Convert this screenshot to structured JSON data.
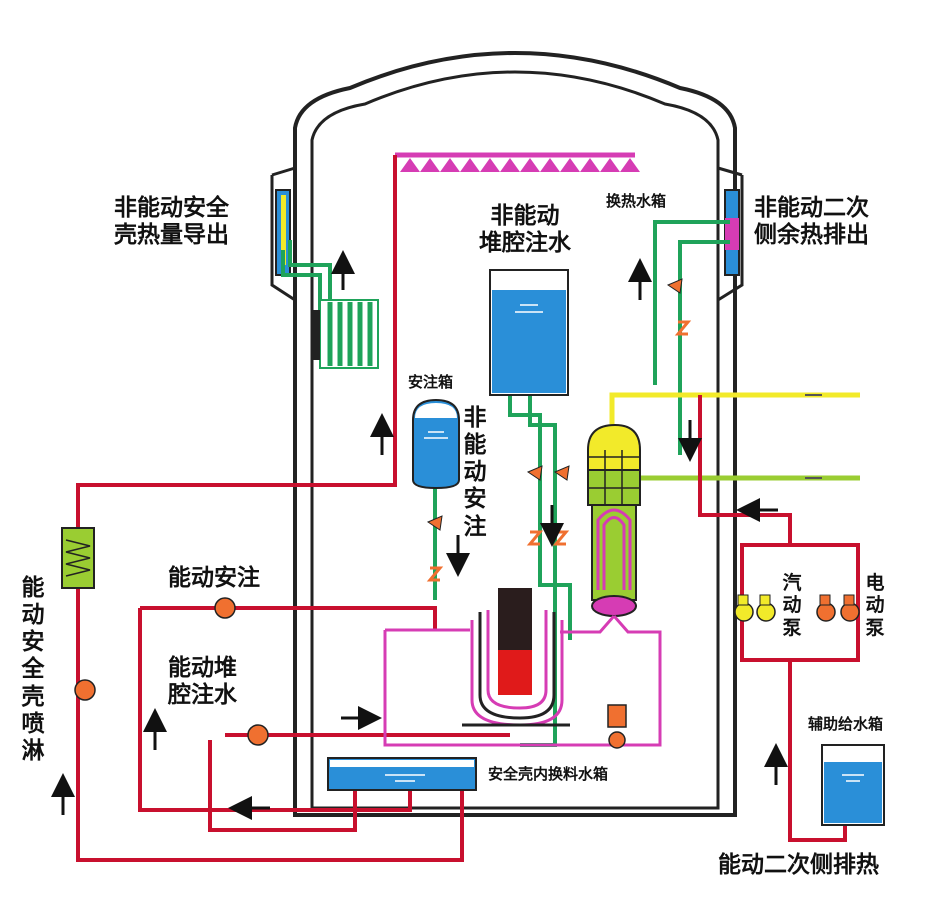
{
  "labels": {
    "passive_containment_heat": "非能动安全\n壳热量导出",
    "passive_core_makeup": "非能动\n堆腔注水",
    "heat_exchange_tank": "换热水箱",
    "passive_secondary_heat": "非能动二次\n侧余热排出",
    "accumulator": "安注箱",
    "passive_injection": "非能动安注",
    "active_containment_spray": "能动安全壳喷淋",
    "active_injection": "能动安注",
    "active_cavity_injection": "能动堆\n腔注水",
    "irwst": "安全壳内换料水箱",
    "steam_pump": "汽动泵",
    "electric_pump": "电动泵",
    "aux_feedwater_tank": "辅助给水箱",
    "active_secondary_heat": "能动二次侧排热"
  },
  "colors": {
    "active_line": "#c8102e",
    "passive_line": "#1fa35a",
    "steam_line": "#f2ea2a",
    "feed_line": "#9acd32",
    "primary_loop": "#d63cb4",
    "water": "#2a8fd8",
    "pump": "#f07030",
    "valve": "#f07030",
    "containment": "#222222"
  }
}
